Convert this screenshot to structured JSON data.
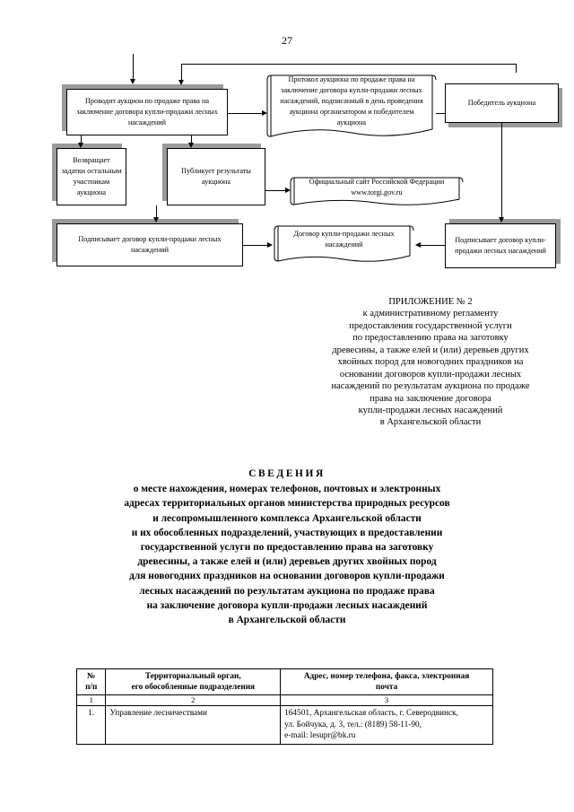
{
  "page": {
    "number": "27"
  },
  "flowchart": {
    "nodes": {
      "conducts_auction": "Проводит аукцион по продаже права на заключение договора купли-продажи лесных насаждений",
      "returns_deposits": "Возвращает задатки остальным участникам аукциона",
      "publishes_results": "Публикует результаты аукциона",
      "protocol": "Протокол аукциона по продаже права на заключение договора купли-продажи лесных насаждений, подписанный в день проведения аукциона организатором и победителем аукциона",
      "auction_winner": "Победитель аукциона",
      "official_site_line1": "Официальный сайт Российской Федерации",
      "official_site_line2": "www.torgi.gov.ru",
      "signs_contract_left": "Подписывает договор купли-продажи лесных насаждений",
      "purchase_contract": "Договор купли-продажи лесных насаждений",
      "signs_contract_right": "Подписывает договор купли-продажи лесных насаждений"
    }
  },
  "appendix": {
    "lines": [
      "ПРИЛОЖЕНИЕ № 2",
      "к административному регламенту",
      "предоставления государственной услуги",
      "по предоставлению права на заготовку",
      "древесины, а также елей и (или) деревьев других",
      "хвойных пород  для новогодних праздников на",
      "основании договоров купли-продажи лесных",
      "насаждений по результатам аукциона по продаже",
      "права на заключение договора",
      "купли-продажи лесных насаждений",
      "в Архангельской области"
    ]
  },
  "svedeniya": {
    "heading": "СВЕДЕНИЯ",
    "lines": [
      "о месте нахождения, номерах телефонов, почтовых и электронных",
      "адресах территориальных органов министерства природных ресурсов",
      "и лесопромышленного комплекса Архангельской области",
      "и их обособленных подразделений, участвующих в  предоставлении",
      "государственной услуги по предоставлению права на заготовку",
      "древесины, а также елей и (или) деревьев других хвойных пород",
      "для новогодних праздников на основании договоров купли-продажи",
      "лесных насаждений по результатам аукциона по продаже права",
      "на заключение договора купли-продажи лесных насаждений",
      "в Архангельской области"
    ]
  },
  "table": {
    "headers": {
      "num": "№\nп/п",
      "num_line1": "№",
      "num_line2": "п/п",
      "org_line1": "Территориальный орган,",
      "org_line2": "его обособленные подразделения",
      "addr_line1": "Адрес, номер телефона, факса, электронная",
      "addr_line2": "почта"
    },
    "column_numbers": [
      "1",
      "2",
      "3"
    ],
    "rows": [
      {
        "num": "1.",
        "org": "Управление лесничествами",
        "addr_lines": [
          "164501, Архангельская область, г. Северодвинск,",
          "ул. Бойчука, д. 3, тел.: (8189) 58-11-90,",
          "e-mail: lesupr@bk.ru"
        ]
      }
    ]
  },
  "colors": {
    "shadow": "#9a9a9a",
    "line": "#000000",
    "paper": "#ffffff"
  }
}
